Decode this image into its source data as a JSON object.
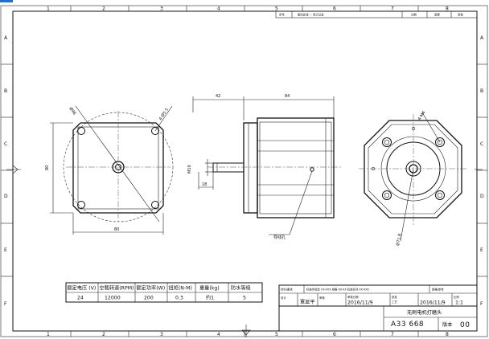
{
  "grid": {
    "top": [
      "1",
      "2",
      "3",
      "4",
      "5",
      "6",
      "7",
      "8"
    ],
    "bottom": [
      "1",
      "2",
      "3",
      "4",
      "5",
      "6",
      "7",
      "8"
    ],
    "left": [
      "A",
      "B",
      "C",
      "D",
      "E",
      "F"
    ],
    "right": [
      "A",
      "B",
      "C",
      "D",
      "E",
      "F"
    ]
  },
  "revision_block": {
    "headers": [
      "序号",
      "更改区域 — 修订记录",
      "日期",
      "签署",
      "审核"
    ]
  },
  "dims": {
    "front_diag": "Ø96",
    "front_holes": "4-Ø5.5",
    "front_height": "80",
    "front_width": "80",
    "side_len_left": "42",
    "side_len_right": "84",
    "shaft_dia": "M10",
    "shaft_len": "18",
    "callout_label": "导线孔",
    "rear_holes": "4-M4",
    "rear_circle": "Ø71.8"
  },
  "spec_table": {
    "headers": [
      "额定电压 (V)",
      "空载转速(RPM)",
      "额定功率(W)",
      "扭矩(N-M)",
      "重量(kg)",
      "防水等级"
    ],
    "values": [
      "24",
      "12000",
      "200",
      "0.3",
      "约1",
      "5"
    ]
  },
  "title_block": {
    "row1": [
      "材料/要求",
      "标准件规定 XX-XXX 规格 XX-XX 标准系列 XX-XXX",
      "规格/参考"
    ],
    "designer_label": "设计",
    "designer": "覃显平",
    "review_label": "审核",
    "date_label": "审核日期",
    "date1": "2016/11/9",
    "approve_label": "批准",
    "date2": "2016/11/9",
    "process_label": "工艺",
    "ratio_label": "比例",
    "ratio": "1:1",
    "product_name": "无刷电机打磨头",
    "drawing_no": "A33 668",
    "version_label": "版本",
    "version": "00"
  }
}
